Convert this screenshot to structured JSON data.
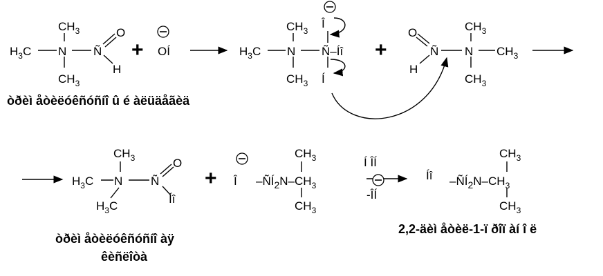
{
  "labels": {
    "ch3": "CH",
    "h3c": "H",
    "sub3": "3",
    "c": "C",
    "n": "N",
    "o": "O",
    "h": "H",
    "nitroso_n": "Ñ",
    "ohm_o": "OÍ",
    "plus": "+",
    "ii_ab": "Î",
    "ii_bc": "Í",
    "ii_right": "Íî",
    "n_ii": "Ñ–Íî",
    "t1": "Î",
    "t2": "–ÑÍ",
    "t3": "2",
    "t4": "N–CH",
    "cond_top": "Í ÎÍ",
    "cond_bottom": "-ÎÍ",
    "final_left": "Íî",
    "final_mid": "–ÑÍ",
    "final_sub": "2",
    "caption_1": "òðèì åòèëóêñóñíî û é àëüäåãèä",
    "caption_2_line1": "òðèì åòèëóêñóñíî àÿ",
    "caption_2_line2": "êèñëîòà",
    "caption_3": "2,2-äèì åòèë-1-ï ðîï àí î ë"
  }
}
